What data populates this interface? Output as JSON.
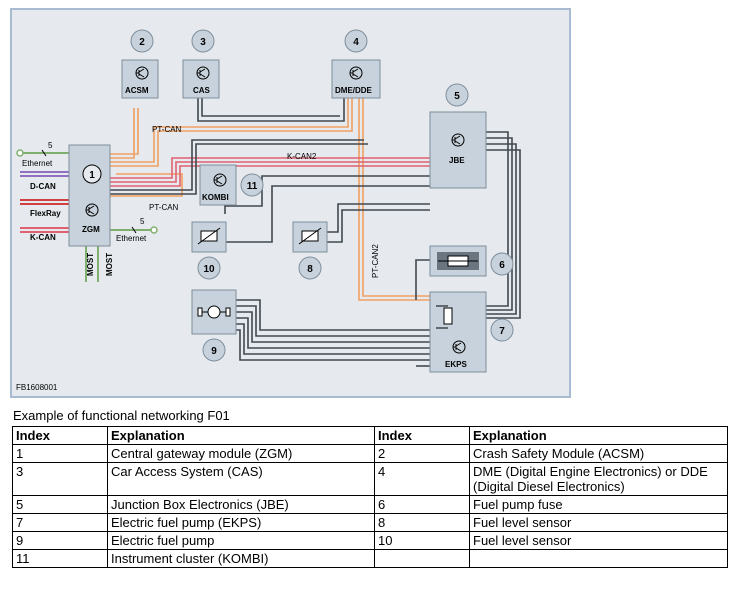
{
  "diagram": {
    "code": "FB1608001",
    "buses": {
      "pt_can": "PT-CAN",
      "pt_can_2": "PT-CAN",
      "k_can2": "K-CAN2",
      "pt_can2": "PT-CAN2",
      "ethernet_left": "Ethernet",
      "ethernet_right": "Ethernet",
      "d_can": "D-CAN",
      "flexray": "FlexRay",
      "k_can": "K-CAN",
      "most_1": "MOST",
      "most_2": "MOST",
      "five_left": "5",
      "five_right": "5"
    },
    "components": {
      "zgm": {
        "num": "1",
        "label": "ZGM"
      },
      "acsm": {
        "num": "2",
        "label": "ACSM"
      },
      "cas": {
        "num": "3",
        "label": "CAS"
      },
      "dme": {
        "num": "4",
        "label": "DME/DDE"
      },
      "jbe": {
        "num": "5",
        "label": "JBE"
      },
      "fuse": {
        "num": "6"
      },
      "ekps": {
        "num": "7",
        "label": "EKPS"
      },
      "sensor8": {
        "num": "8"
      },
      "pump9": {
        "num": "9"
      },
      "sensor10": {
        "num": "10"
      },
      "kombi": {
        "num": "11",
        "label": "KOMBI"
      }
    },
    "colors": {
      "pt_can": "#f0a060",
      "k_can2": "#e06070",
      "ethernet": "#80b070",
      "d_can": "#9070c0",
      "flexray": "#d04040",
      "wire": "#404850",
      "box_fill": "#c7d2dc",
      "box_stroke": "#7f8e9c"
    }
  },
  "caption": "Example of functional networking F01",
  "table": {
    "headers": [
      "Index",
      "Explanation",
      "Index",
      "Explanation"
    ],
    "rows": [
      [
        "1",
        "Central gateway module (ZGM)",
        "2",
        "Crash Safety Module (ACSM)"
      ],
      [
        "3",
        "Car Access System (CAS)",
        "4",
        "DME (Digital Engine Electronics) or DDE (Digital Diesel Electronics)"
      ],
      [
        "5",
        "Junction Box Electronics (JBE)",
        "6",
        "Fuel pump fuse"
      ],
      [
        "7",
        "Electric fuel pump (EKPS)",
        "8",
        "Fuel level sensor"
      ],
      [
        "9",
        "Electric fuel pump",
        "10",
        "Fuel level sensor"
      ],
      [
        "11",
        "Instrument cluster (KOMBI)",
        "",
        ""
      ]
    ]
  }
}
